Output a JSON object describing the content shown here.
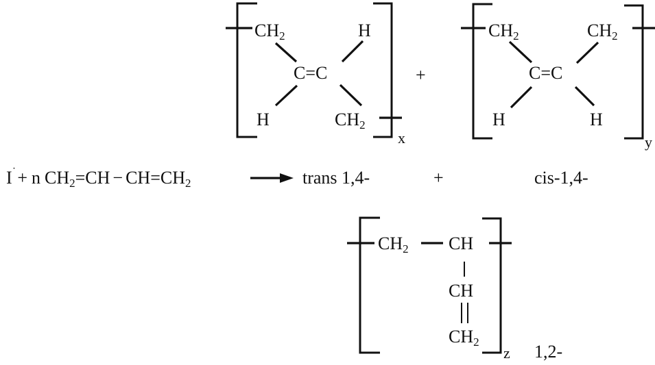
{
  "reaction": {
    "initiator": "I",
    "radical_dot": "˙",
    "plus": "+",
    "n": "n",
    "monomer_part1": "CH",
    "monomer_sub1": "2",
    "monomer_part2": "=CH",
    "single_bond": "−",
    "monomer_part3": "CH=CH",
    "monomer_sub2": "2",
    "product_trans": "trans 1,4-",
    "product_plus": "+",
    "product_cis": "cis-1,4-"
  },
  "trans": {
    "ch2": "CH",
    "sub2": "2",
    "h_top": "H",
    "cc": "C=C",
    "h_bottom": "H",
    "ch2_bottom": "CH",
    "sub2_bottom": "2",
    "subscript": "x"
  },
  "plus_between": "+",
  "cis": {
    "ch2_left": "CH",
    "sub2_left": "2",
    "ch2_right": "CH",
    "sub2_right": "2",
    "cc": "C=C",
    "h_left": "H",
    "h_right": "H",
    "subscript": "y"
  },
  "vinyl": {
    "ch2": "CH",
    "sub2": "2",
    "ch": "CH",
    "ch_side": "CH",
    "ch2_side": "CH",
    "sub2_side": "2",
    "subscript": "z",
    "label": "1,2-"
  }
}
